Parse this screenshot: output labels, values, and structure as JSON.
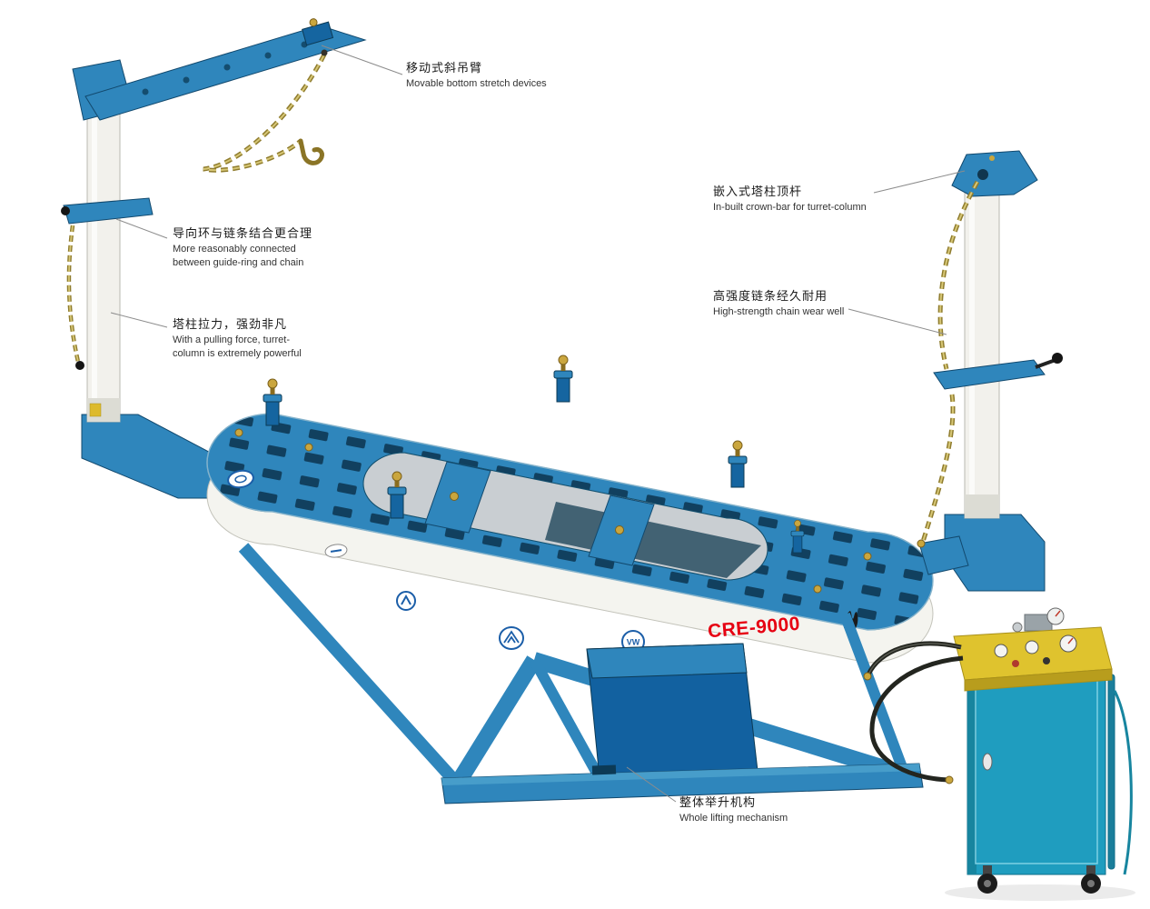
{
  "model_label": "CRE-9000",
  "callouts": {
    "movable": {
      "zh": "移动式斜吊臂",
      "en1": "Movable bottom stretch devices"
    },
    "guide_ring": {
      "zh": "导向环与链条结合更合理",
      "en1": "More reasonably connected",
      "en2": "between guide-ring and chain"
    },
    "turret_pull": {
      "zh": "塔柱拉力，强劲非凡",
      "en1": "With a pulling force, turret-",
      "en2": "column is extremely powerful"
    },
    "crown_bar": {
      "zh": "嵌入式塔柱顶杆",
      "en1": "In-built crown-bar for turret-column"
    },
    "chain_wear": {
      "zh": "高强度链条经久耐用",
      "en1": "High-strength chain wear well"
    },
    "lifting": {
      "zh": "整体举升机构",
      "en1": "Whole lifting mechanism"
    }
  },
  "logos": {
    "vw": "VW"
  },
  "colors": {
    "machine_blue": "#2f86bc",
    "machine_blue_dark": "#1261a0",
    "cabinet_teal": "#1f9dbf",
    "panel_yellow": "#dfc32e",
    "chain_gold": "#8f7c2e",
    "model_red": "#e60012"
  }
}
